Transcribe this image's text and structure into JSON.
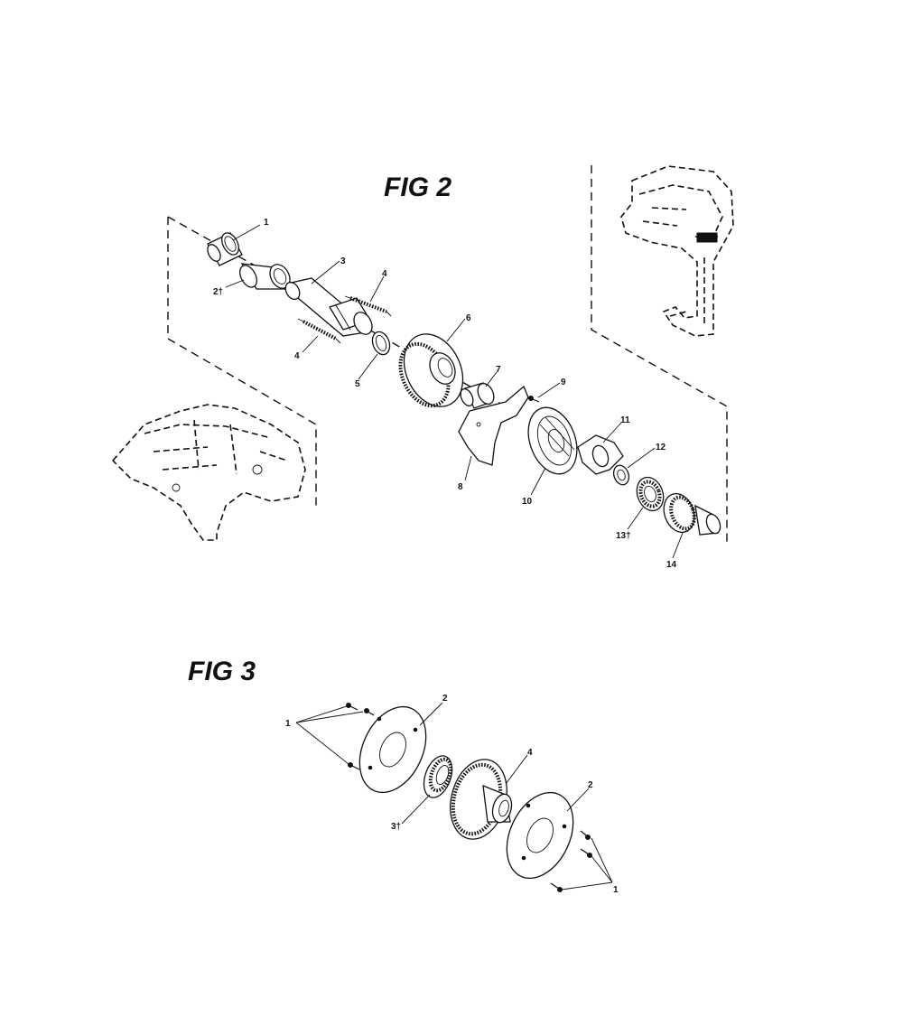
{
  "figures": [
    {
      "title": "FIG 2",
      "callouts": [
        "1",
        "2†",
        "3",
        "4",
        "4",
        "5",
        "6",
        "7",
        "8",
        "9",
        "10",
        "11",
        "12",
        "13†",
        "14"
      ]
    },
    {
      "title": "FIG 3",
      "callouts": [
        "1",
        "2",
        "3†",
        "4",
        "2",
        "1"
      ]
    }
  ],
  "icons": {
    "fig2": [
      "sleeve-part-icon",
      "bushing-part-icon",
      "shaft-part-icon",
      "spring-part-icon",
      "washer-part-icon",
      "gear-part-icon",
      "hub-part-icon",
      "gasket-part-icon",
      "screw-part-icon",
      "housing-part-icon",
      "bearing-part-icon",
      "pulley-part-icon",
      "frame-part-icon"
    ],
    "fig3": [
      "screw-part-icon",
      "plate-part-icon",
      "bearing-part-icon",
      "gear-part-icon"
    ]
  }
}
